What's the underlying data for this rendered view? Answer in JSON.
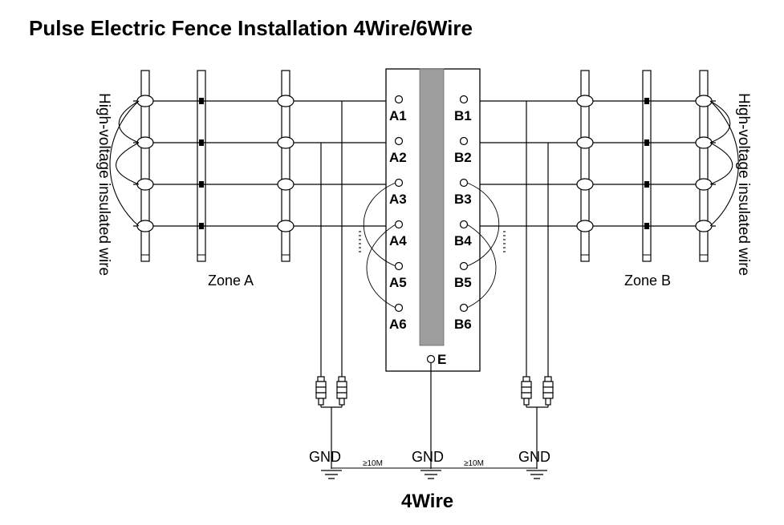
{
  "title": "Pulse Electric Fence Installation 4Wire/6Wire",
  "caption": "4Wire",
  "zones": {
    "left": "Zone A",
    "right": "Zone B"
  },
  "side_labels": {
    "left": "High-voltage insulated wire",
    "right": "High-voltage insulated wire"
  },
  "terminals_a": [
    "A1",
    "A2",
    "A3",
    "A4",
    "A5",
    "A6"
  ],
  "terminals_b": [
    "B1",
    "B2",
    "B3",
    "B4",
    "B5",
    "B6"
  ],
  "earth_terminal": "E",
  "ground_labels": [
    "GND",
    "GND",
    "GND"
  ],
  "distance_labels": [
    "≥10M",
    "≥10M"
  ],
  "colors": {
    "line": "#000000",
    "controller_stripe": "#9e9e9e"
  }
}
